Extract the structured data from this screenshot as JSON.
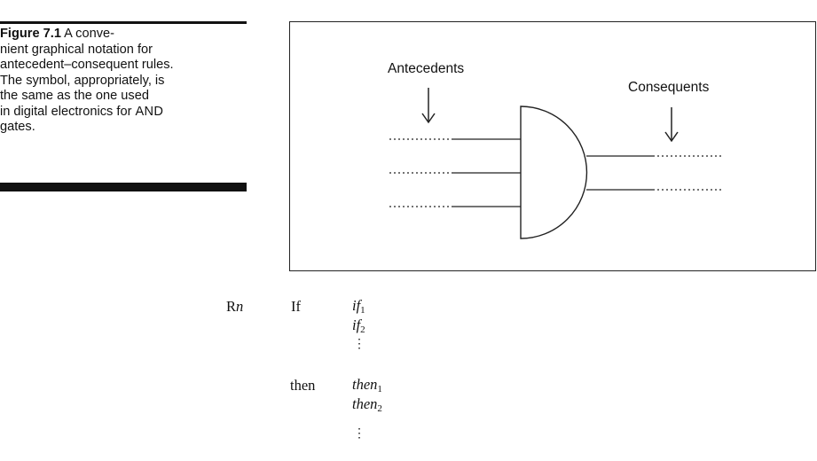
{
  "caption": {
    "figure_label": "Figure 7.1",
    "text_before": " A conve-\nnient graphical notation for\nantecedent–consequent rules.\nThe symbol, appropriately, is\nthe same as the one used\nin digital electronics for ",
    "smallcaps_word": "AND",
    "text_after": "\ngates."
  },
  "diagram": {
    "antecedents_label": "Antecedents",
    "consequents_label": "Consequents",
    "input_count": 3,
    "output_count": 2
  },
  "rule": {
    "name_prefix": "R",
    "name_var": "n",
    "if_keyword": "If",
    "then_keyword": "then",
    "if_items": [
      {
        "base": "if",
        "sub": "1"
      },
      {
        "base": "if",
        "sub": "2"
      }
    ],
    "then_items": [
      {
        "base": "then",
        "sub": "1"
      },
      {
        "base": "then",
        "sub": "2"
      }
    ],
    "ellipsis": "⋮"
  }
}
